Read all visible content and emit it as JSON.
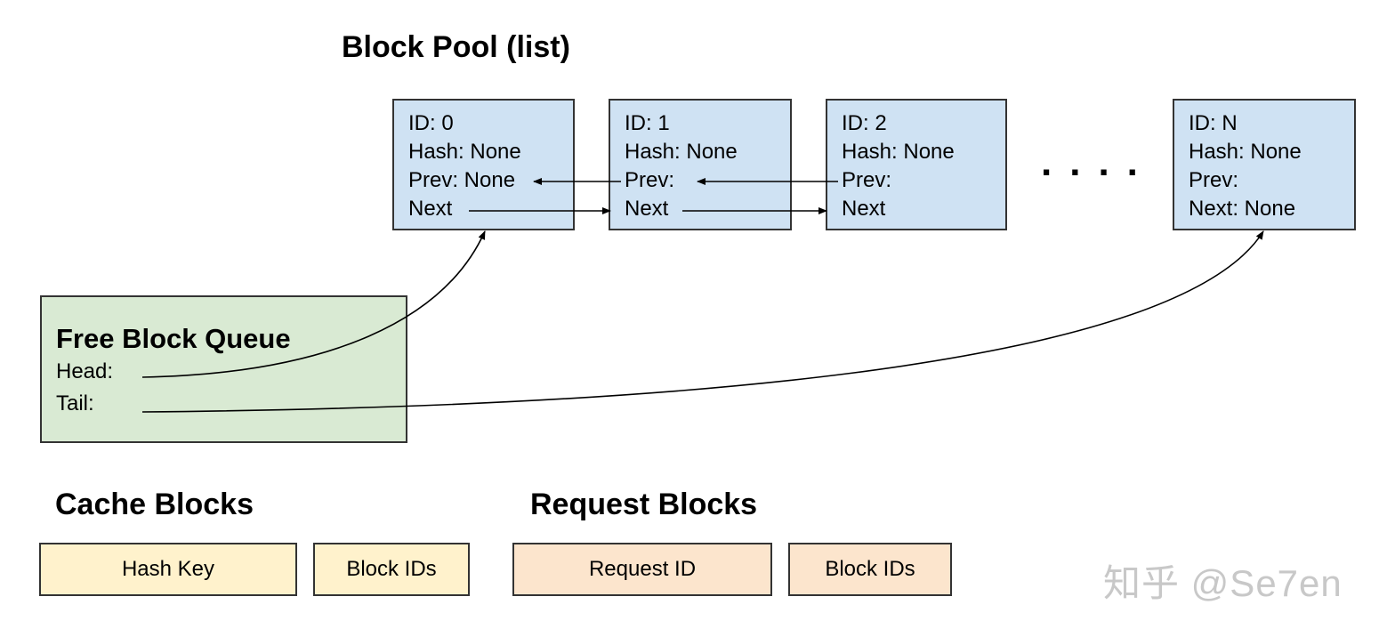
{
  "pool_title": "Block Pool (list)",
  "blocks": [
    {
      "id_line": "ID: 0",
      "hash_line": "Hash: None",
      "prev_line": "Prev: None",
      "next_line": "Next"
    },
    {
      "id_line": "ID: 1",
      "hash_line": "Hash: None",
      "prev_line": "Prev:",
      "next_line": "Next"
    },
    {
      "id_line": "ID: 2",
      "hash_line": "Hash: None",
      "prev_line": "Prev:",
      "next_line": "Next"
    },
    {
      "id_line": "ID: N",
      "hash_line": "Hash: None",
      "prev_line": "Prev:",
      "next_line": "Next: None"
    }
  ],
  "ellipsis": "....",
  "queue": {
    "title": "Free Block Queue",
    "head": "Head:",
    "tail": "Tail:"
  },
  "cache_blocks": {
    "title": "Cache Blocks",
    "cells": [
      "Hash Key",
      "Block IDs"
    ]
  },
  "request_blocks": {
    "title": "Request Blocks",
    "cells": [
      "Request ID",
      "Block IDs"
    ]
  },
  "watermark": "知乎 @Se7en",
  "colors": {
    "block_fill": "#cfe2f3",
    "queue_fill": "#d9ead3",
    "cache_fill": "#fff2cc",
    "request_fill": "#fce5cd"
  }
}
